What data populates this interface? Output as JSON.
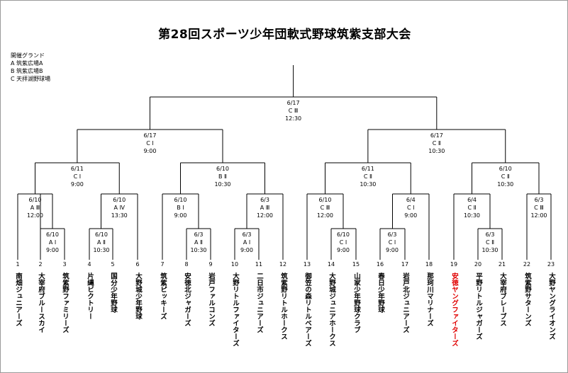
{
  "title": "第28回スポーツ少年団軟式野球筑紫支部大会",
  "legend": {
    "heading": "開催グランド",
    "items": [
      "A 筑紫広場A",
      "B 筑紫広場B",
      "C 天拝湖野球場"
    ]
  },
  "colors": {
    "highlight": "#e00000",
    "line": "#000000",
    "border": "#9a9a9a"
  },
  "teams": [
    {
      "no": "1",
      "name": "南畑ジュニアーズ"
    },
    {
      "no": "2",
      "name": "大宰府ブルースカイ"
    },
    {
      "no": "3",
      "name": "筑紫野ファミリーズ"
    },
    {
      "no": "4",
      "name": "片縄ビクトリー"
    },
    {
      "no": "5",
      "name": "国分少年野球"
    },
    {
      "no": "6",
      "name": "大野城少年野球"
    },
    {
      "no": "7",
      "name": "筑紫ピッキーズ"
    },
    {
      "no": "8",
      "name": "安徳北ジャガーズ"
    },
    {
      "no": "9",
      "name": "岩戸ファルコンズ"
    },
    {
      "no": "10",
      "name": "大野リトルファイターズ"
    },
    {
      "no": "11",
      "name": "二日市ジュニアーズ"
    },
    {
      "no": "12",
      "name": "筑紫野リトルホークス"
    },
    {
      "no": "13",
      "name": "御笠の森リトルベアーズ"
    },
    {
      "no": "14",
      "name": "大野城ジュニアホークス"
    },
    {
      "no": "15",
      "name": "山家少年野球クラブ"
    },
    {
      "no": "16",
      "name": "春日少年野球"
    },
    {
      "no": "17",
      "name": "岩戸北ジュニアーズ"
    },
    {
      "no": "18",
      "name": "那珂川マリナーズ"
    },
    {
      "no": "19",
      "name": "安徳ヤングファイターズ",
      "highlight": true
    },
    {
      "no": "20",
      "name": "平野リトルジャガーズ"
    },
    {
      "no": "21",
      "name": "大宰府ブレーブス"
    },
    {
      "no": "22",
      "name": "筑紫野サターンズ"
    },
    {
      "no": "23",
      "name": "大野ヤングライオンズ"
    }
  ],
  "matches": [
    {
      "id": "m1",
      "date": "6/10",
      "venue": "A Ⅲ",
      "time": "12:00"
    },
    {
      "id": "m2",
      "date": "6/10",
      "venue": "A Ⅰ",
      "time": "9:00"
    },
    {
      "id": "m3",
      "date": "6/10",
      "venue": "A Ⅳ",
      "time": "13:30"
    },
    {
      "id": "m4",
      "date": "6/10",
      "venue": "A Ⅱ",
      "time": "10:30"
    },
    {
      "id": "m5",
      "date": "6/10",
      "venue": "B Ⅰ",
      "time": "9:00"
    },
    {
      "id": "m6",
      "date": "6/3",
      "venue": "A Ⅱ",
      "time": "10:30"
    },
    {
      "id": "m7",
      "date": "6/3",
      "venue": "A Ⅲ",
      "time": "12:00"
    },
    {
      "id": "m8",
      "date": "6/3",
      "venue": "A Ⅰ",
      "time": "9:00"
    },
    {
      "id": "m9",
      "date": "6/10",
      "venue": "C Ⅲ",
      "time": "12:00"
    },
    {
      "id": "m10",
      "date": "6/10",
      "venue": "C Ⅰ",
      "time": "9:00"
    },
    {
      "id": "m11",
      "date": "6/4",
      "venue": "C Ⅰ",
      "time": "9:00"
    },
    {
      "id": "m12",
      "date": "6/3",
      "venue": "C Ⅰ",
      "time": "9:00"
    },
    {
      "id": "m13",
      "date": "6/4",
      "venue": "C Ⅱ",
      "time": "10:30"
    },
    {
      "id": "m14",
      "date": "6/3",
      "venue": "C Ⅱ",
      "time": "10:30"
    },
    {
      "id": "m15",
      "date": "6/3",
      "venue": "C Ⅲ",
      "time": "12:00"
    },
    {
      "id": "q1",
      "date": "6/11",
      "venue": "C Ⅰ",
      "time": "9:00"
    },
    {
      "id": "q2",
      "date": "6/10",
      "venue": "B Ⅱ",
      "time": "10:30"
    },
    {
      "id": "q3",
      "date": "6/11",
      "venue": "C Ⅱ",
      "time": "10:30"
    },
    {
      "id": "q4",
      "date": "6/10",
      "venue": "C Ⅱ",
      "time": "10:30"
    },
    {
      "id": "s1",
      "date": "6/17",
      "venue": "C Ⅰ",
      "time": "9:00"
    },
    {
      "id": "s2",
      "date": "6/17",
      "venue": "C Ⅱ",
      "time": "10:30"
    },
    {
      "id": "f",
      "date": "6/17",
      "venue": "C Ⅲ",
      "time": "12:30"
    }
  ]
}
